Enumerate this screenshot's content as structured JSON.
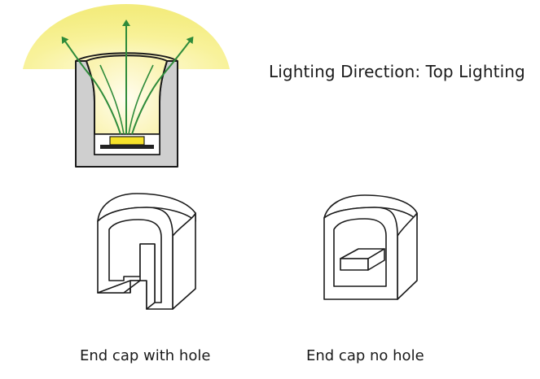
{
  "diagram": {
    "lighting_label": "Lighting Direction: Top Lighting",
    "end_caps": [
      {
        "label": "End cap with hole"
      },
      {
        "label": "End cap no hole"
      }
    ],
    "colors": {
      "glow": "#f5ef8a",
      "glow_center": "#fdf8c8",
      "arrow": "#2e8b3a",
      "housing": "#cfcfcf",
      "outline": "#1a1a1a",
      "led_chip": "#f6e22a",
      "led_base": "#222222"
    }
  }
}
